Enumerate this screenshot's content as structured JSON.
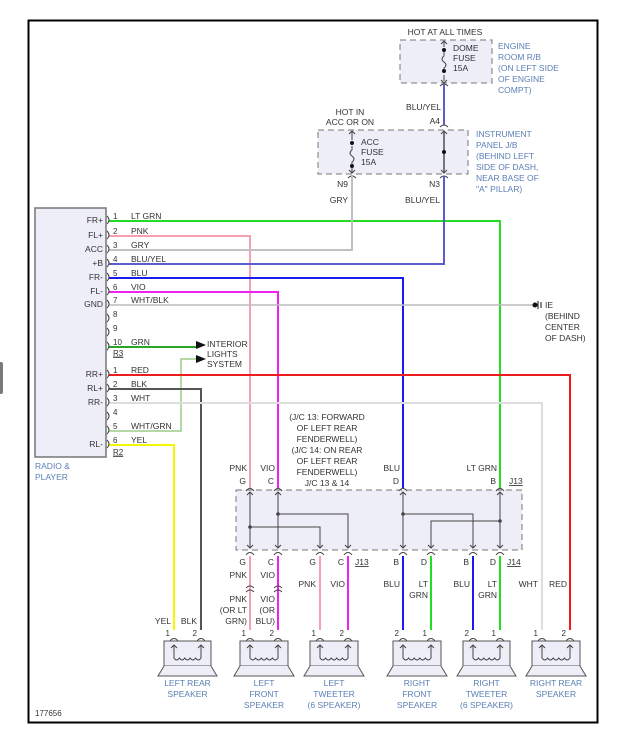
{
  "figure_id": "177656",
  "colors": {
    "lt_grn": "#22dd22",
    "pnk": "#f4a0b0",
    "gry": "#c0c0c0",
    "blu_yel": "#5c5ccc",
    "blu": "#1a1aee",
    "vio": "#ee22ee",
    "wht_blk": "#bbbbbb",
    "grn": "#2aa52a",
    "red": "#ee1c1c",
    "blk": "#555555",
    "wht": "#dddddd",
    "wht_grn": "#9ccc88",
    "yel": "#f6f600",
    "label_blue": "#5b7fb5",
    "box_fill": "#eeeef8",
    "box_stroke": "#777777"
  },
  "engine_room": {
    "hot_label": "HOT AT ALL TIMES",
    "fuse_lines": [
      "DOME",
      "FUSE",
      "15A"
    ],
    "location_lines": [
      "ENGINE",
      "ROOM R/B",
      "(ON LEFT SIDE",
      "OF ENGINE",
      "COMPT)"
    ],
    "wire_label": "BLU/YEL",
    "terminal": "A4"
  },
  "instrument_panel": {
    "hot_label_lines": [
      "HOT IN",
      "ACC OR ON"
    ],
    "fuse_lines": [
      "ACC",
      "FUSE",
      "15A"
    ],
    "location_lines": [
      "INSTRUMENT",
      "PANEL J/B",
      "(BEHIND LEFT",
      "SIDE OF DASH,",
      "NEAR BASE OF",
      "\"A\" PILLAR)"
    ],
    "terminal_left": "N9",
    "terminal_right": "N3",
    "wire_left": "GRY",
    "wire_right": "BLU/YEL"
  },
  "radio": {
    "label_lines": [
      "RADIO &",
      "PLAYER"
    ],
    "connector_r3": "R3",
    "connector_r2": "R2",
    "pins_r3": [
      {
        "num": "1",
        "func": "FR+",
        "wire": "LT GRN"
      },
      {
        "num": "2",
        "func": "FL+",
        "wire": "PNK"
      },
      {
        "num": "3",
        "func": "ACC",
        "wire": "GRY"
      },
      {
        "num": "4",
        "func": "+B",
        "wire": "BLU/YEL"
      },
      {
        "num": "5",
        "func": "FR-",
        "wire": "BLU"
      },
      {
        "num": "6",
        "func": "FL-",
        "wire": "VIO"
      },
      {
        "num": "7",
        "func": "GND",
        "wire": "WHT/BLK"
      },
      {
        "num": "8",
        "func": "",
        "wire": ""
      },
      {
        "num": "9",
        "func": "",
        "wire": ""
      },
      {
        "num": "10",
        "func": "",
        "wire": "GRN"
      }
    ],
    "pins_r2": [
      {
        "num": "1",
        "func": "RR+",
        "wire": "RED"
      },
      {
        "num": "2",
        "func": "RL+",
        "wire": "BLK"
      },
      {
        "num": "3",
        "func": "RR-",
        "wire": "WHT"
      },
      {
        "num": "4",
        "func": "",
        "wire": ""
      },
      {
        "num": "5",
        "func": "",
        "wire": "WHT/GRN"
      },
      {
        "num": "6",
        "func": "RL-",
        "wire": "YEL"
      }
    ]
  },
  "interior_lights": {
    "lines": [
      "INTERIOR",
      "LIGHTS",
      "SYSTEM"
    ]
  },
  "ground": {
    "lines": [
      "IE",
      "(BEHIND",
      "CENTER",
      "OF DASH)"
    ]
  },
  "junction": {
    "note_lines": [
      "(J/C 13: FORWARD",
      "OF LEFT REAR",
      "FENDERWELL)",
      "(J/C 14: ON REAR",
      "OF LEFT REAR",
      "FENDERWELL)",
      "J/C 13 & 14"
    ],
    "top_wires": [
      {
        "wire": "PNK",
        "pin": "G"
      },
      {
        "wire": "VIO",
        "pin": "C"
      },
      {
        "wire": "BLU",
        "pin": "D"
      },
      {
        "wire": "LT GRN",
        "pin": "B"
      }
    ],
    "top_connector": "J13",
    "bottom_pins": [
      "G",
      "C",
      "G",
      "C",
      "B",
      "D",
      "B",
      "D"
    ],
    "bottom_connector_left": "J13",
    "bottom_connector_right": "J14"
  },
  "speaker_wires": {
    "left_rear": [
      "YEL",
      "BLK"
    ],
    "left_front_upper": [
      "PNK",
      "VIO"
    ],
    "left_front_lower_left": [
      "PNK",
      "(OR LT",
      "GRN)"
    ],
    "left_front_lower_right": [
      "VIO",
      "(OR",
      "BLU)"
    ],
    "left_tweeter": [
      "PNK",
      "VIO"
    ],
    "right_front_left": [
      "BLU"
    ],
    "right_front_right": [
      "LT",
      "GRN"
    ],
    "right_tweeter_left": [
      "BLU"
    ],
    "right_tweeter_right": [
      "LT",
      "GRN"
    ],
    "right_rear": [
      "WHT",
      "RED"
    ]
  },
  "speakers": [
    {
      "name_lines": [
        "LEFT REAR",
        "SPEAKER"
      ],
      "pins": [
        "1",
        "2"
      ]
    },
    {
      "name_lines": [
        "LEFT",
        "FRONT",
        "SPEAKER"
      ],
      "pins": [
        "1",
        "2"
      ]
    },
    {
      "name_lines": [
        "LEFT",
        "TWEETER",
        "(6 SPEAKER)"
      ],
      "pins": [
        "1",
        "2"
      ]
    },
    {
      "name_lines": [
        "RIGHT",
        "FRONT",
        "SPEAKER"
      ],
      "pins": [
        "2",
        "1"
      ]
    },
    {
      "name_lines": [
        "RIGHT",
        "TWEETER",
        "(6 SPEAKER)"
      ],
      "pins": [
        "2",
        "1"
      ]
    },
    {
      "name_lines": [
        "RIGHT REAR",
        "SPEAKER"
      ],
      "pins": [
        "1",
        "2"
      ]
    }
  ]
}
